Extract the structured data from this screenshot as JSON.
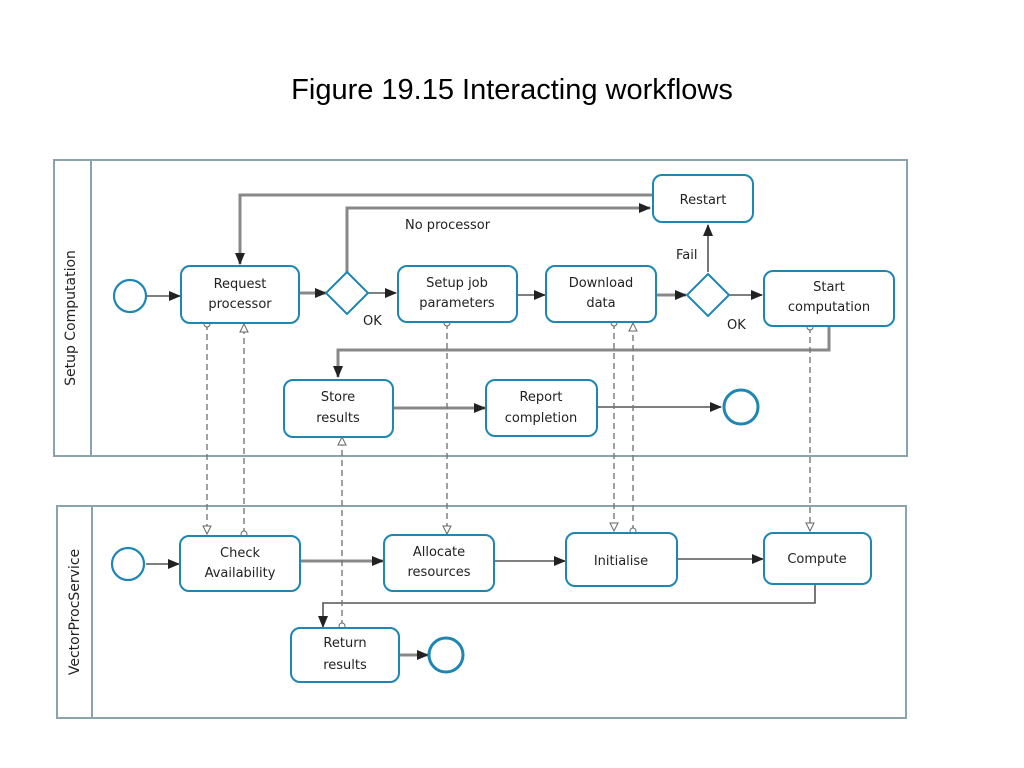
{
  "title": "Figure 19.15 Interacting workflows",
  "pools": {
    "setup": {
      "label": "Setup Computation"
    },
    "vector": {
      "label": "VectorProcService"
    }
  },
  "setup_tasks": {
    "restart": [
      "Restart"
    ],
    "request": [
      "Request",
      "processor"
    ],
    "setup_job": [
      "Setup job",
      "parameters"
    ],
    "download": [
      "Download",
      "data"
    ],
    "start": [
      "Start",
      "computation"
    ],
    "store": [
      "Store",
      "results"
    ],
    "report": [
      "Report",
      "completion"
    ]
  },
  "vector_tasks": {
    "check": [
      "Check",
      "Availability"
    ],
    "allocate": [
      "Allocate",
      "resources"
    ],
    "initialise": [
      "Initialise"
    ],
    "compute": [
      "Compute"
    ],
    "return_results": [
      "Return",
      "results"
    ]
  },
  "flow_labels": {
    "no_processor": "No processor",
    "fail": "Fail",
    "ok1": "OK",
    "ok2": "OK"
  }
}
